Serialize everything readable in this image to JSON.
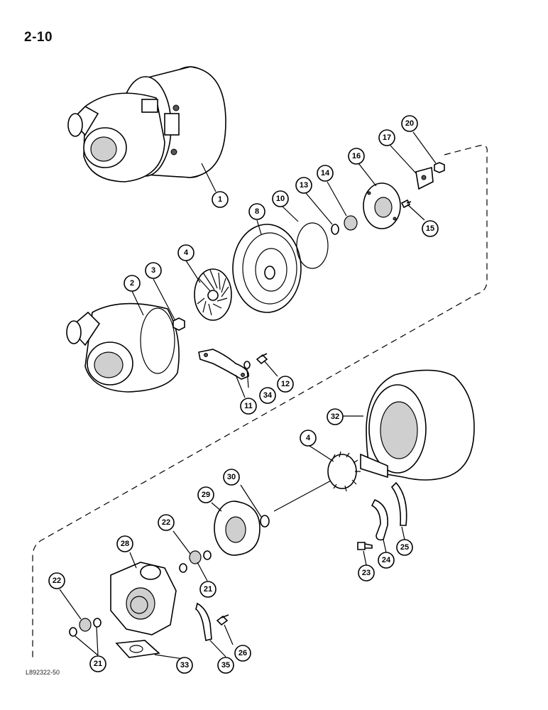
{
  "page": {
    "number": "2-10",
    "figure_code": "L892322-50"
  },
  "callouts": {
    "c1": "1",
    "c2": "2",
    "c3": "3",
    "c4a": "4",
    "c4b": "4",
    "c8": "8",
    "c10": "10",
    "c11": "11",
    "c12": "12",
    "c13": "13",
    "c14": "14",
    "c15": "15",
    "c16": "16",
    "c17": "17",
    "c20": "20",
    "c21a": "21",
    "c21b": "21",
    "c22a": "22",
    "c22b": "22",
    "c23": "23",
    "c24": "24",
    "c25": "25",
    "c26": "26",
    "c28": "28",
    "c29": "29",
    "c30": "30",
    "c32": "32",
    "c33": "33",
    "c34": "34",
    "c35": "35"
  }
}
